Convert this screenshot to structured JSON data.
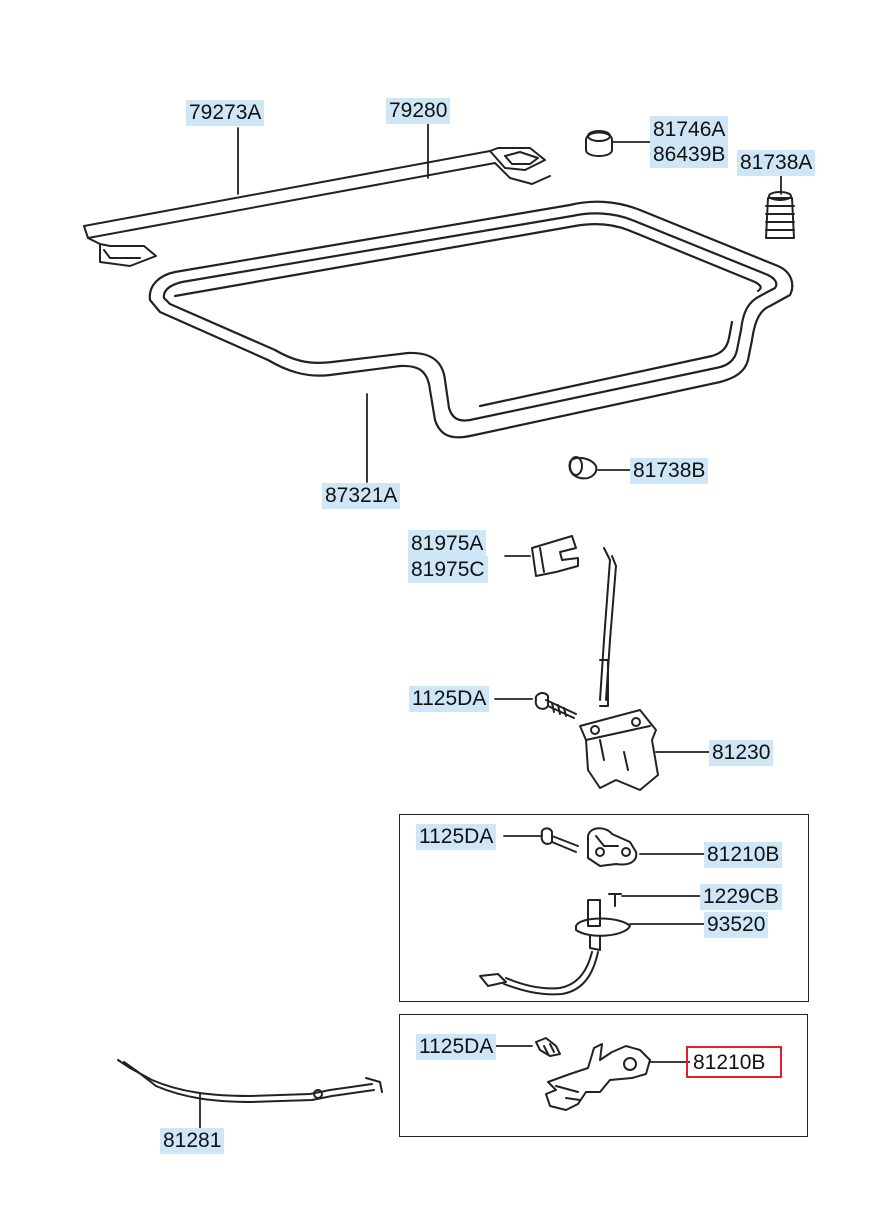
{
  "labels": {
    "p79273A": "79273A",
    "p79280": "79280",
    "p81746A": "81746A",
    "p86439B": "86439B",
    "p81738A": "81738A",
    "p87321A": "87321A",
    "p81738B": "81738B",
    "p81975A": "81975A",
    "p81975C": "81975C",
    "p1125DA_1": "1125DA",
    "p81230": "81230",
    "p1125DA_2": "1125DA",
    "p81210B_1": "81210B",
    "p1229CB": "1229CB",
    "p93520": "93520",
    "p1125DA_3": "1125DA",
    "p81210B_2": "81210B",
    "p81281": "81281"
  },
  "colors": {
    "label_bg": "#cfe6f7",
    "highlight": "#e0202a",
    "line": "#222222"
  },
  "highlighted_part": "81210B"
}
